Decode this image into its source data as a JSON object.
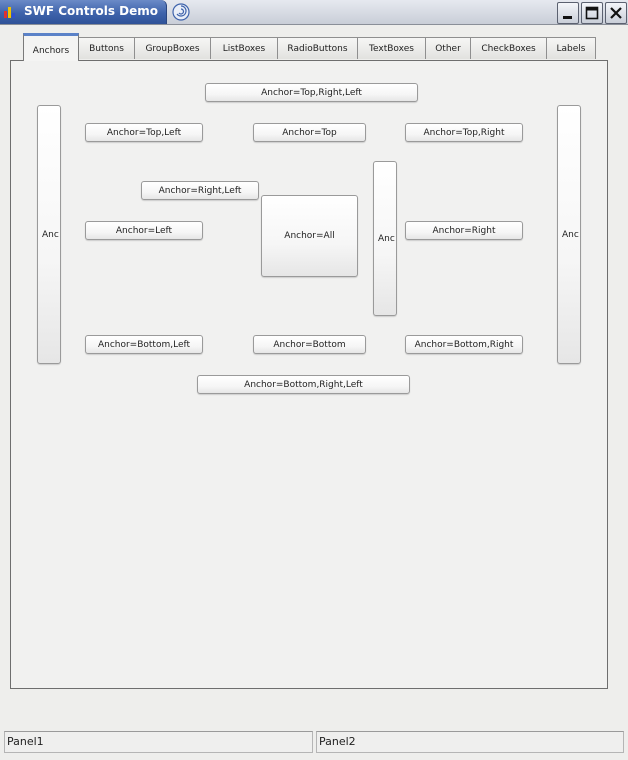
{
  "window": {
    "title": "SWF Controls Demo",
    "colors": {
      "title_active": "#3e63ab",
      "tab_accent": "#5b82c8"
    }
  },
  "tabs": [
    {
      "label": "Anchors",
      "active": true
    },
    {
      "label": "Buttons"
    },
    {
      "label": "GroupBoxes"
    },
    {
      "label": "ListBoxes"
    },
    {
      "label": "RadioButtons"
    },
    {
      "label": "TextBoxes"
    },
    {
      "label": "Other"
    },
    {
      "label": "CheckBoxes"
    },
    {
      "label": "Labels"
    }
  ],
  "anchors": {
    "top_right_left": "Anchor=Top,Right,Left",
    "top_left": "Anchor=Top,Left",
    "top": "Anchor=Top",
    "top_right": "Anchor=Top,Right",
    "right_left": "Anchor=Right,Left",
    "left": "Anchor=Left",
    "all": "Anchor=All",
    "right": "Anchor=Right",
    "bottom_left": "Anchor=Bottom,Left",
    "bottom": "Anchor=Bottom",
    "bottom_right": "Anchor=Bottom,Right",
    "bottom_right_left": "Anchor=Bottom,Right,Left",
    "tall_left": "Anc",
    "tall_middle": "Anc",
    "tall_right": "Anc"
  },
  "statusbar": {
    "panel1": "Panel1",
    "panel2": "Panel2"
  },
  "icons": {
    "app": "swf-app-icon",
    "title_widget": "swirl-icon",
    "minimize": "minimize-icon",
    "maximize": "maximize-icon",
    "close": "close-icon"
  }
}
